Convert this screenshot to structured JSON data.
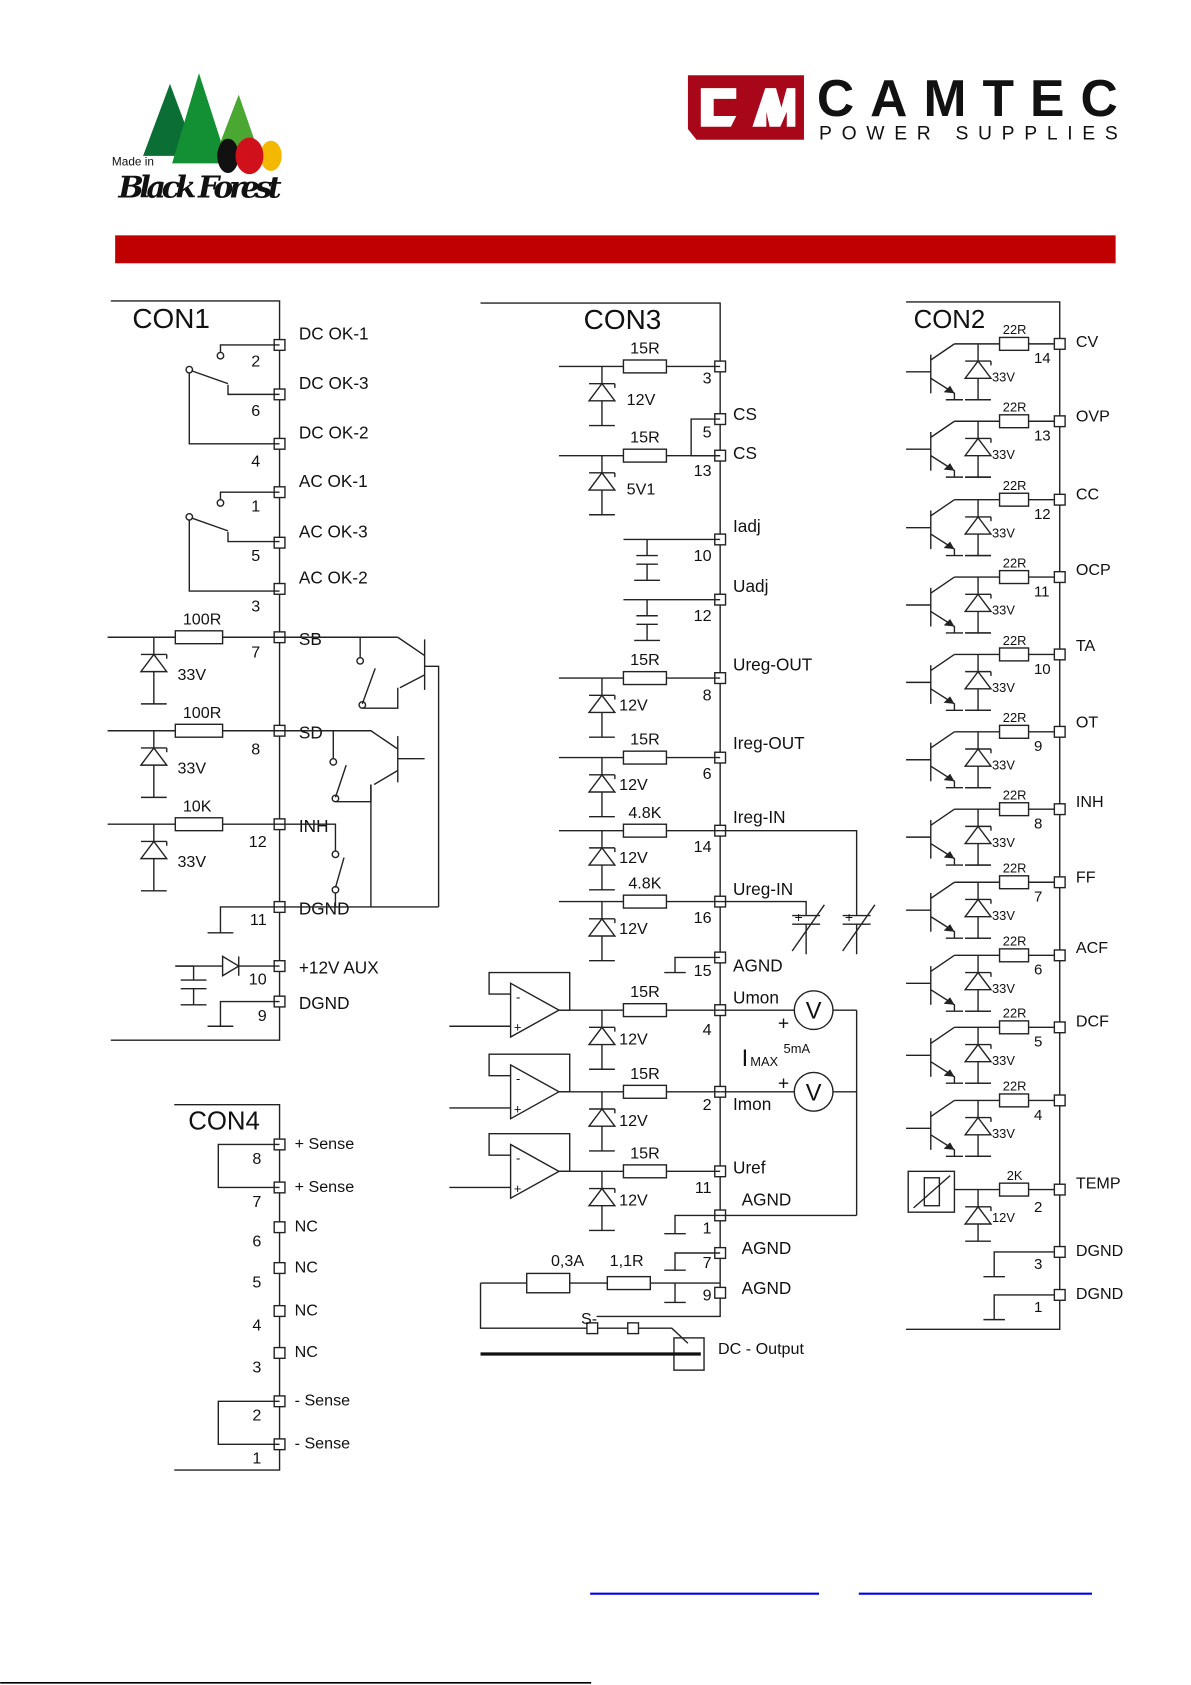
{
  "header": {
    "left_logo": {
      "made_in": "Made in",
      "name": "Black Forest"
    },
    "right_logo": {
      "mark": "CM",
      "brand": "CAMTEC",
      "subtitle": "POWER SUPPLIES"
    }
  },
  "colors": {
    "title_bar": "#c00000",
    "brand_red": "#a8071a",
    "brand_dark": "#231f20",
    "link": "#0000ee",
    "tree_dark": "#0a7a3a",
    "tree_light": "#4aa832"
  },
  "con1": {
    "title": "CON1",
    "pins": [
      {
        "num": "2",
        "label": "DC OK-1"
      },
      {
        "num": "6",
        "label": "DC OK-3"
      },
      {
        "num": "4",
        "label": "DC OK-2"
      },
      {
        "num": "1",
        "label": "AC OK-1"
      },
      {
        "num": "5",
        "label": "AC OK-3"
      },
      {
        "num": "3",
        "label": "AC OK-2"
      },
      {
        "num": "7",
        "label": "SB"
      },
      {
        "num": "8",
        "label": "SD"
      },
      {
        "num": "12",
        "label": "INH"
      },
      {
        "num": "11",
        "label": "DGND"
      },
      {
        "num": "10",
        "label": "+12V AUX"
      },
      {
        "num": "9",
        "label": "DGND"
      }
    ],
    "inputs": [
      {
        "resistor": "100R",
        "zener": "33V"
      },
      {
        "resistor": "100R",
        "zener": "33V"
      },
      {
        "resistor": "10K",
        "zener": "33V"
      }
    ]
  },
  "con3": {
    "title": "CON3",
    "pins": [
      {
        "num": "3",
        "label": "",
        "resistor": "15R",
        "zener": "12V"
      },
      {
        "num": "5",
        "label": "CS"
      },
      {
        "num": "13",
        "label": "CS",
        "resistor": "15R",
        "zener": "5V1"
      },
      {
        "num": "10",
        "label": "Iadj"
      },
      {
        "num": "12",
        "label": "Uadj"
      },
      {
        "num": "8",
        "label": "Ureg-OUT",
        "resistor": "15R",
        "zener": "12V"
      },
      {
        "num": "6",
        "label": "Ireg-OUT",
        "resistor": "15R",
        "zener": "12V"
      },
      {
        "num": "14",
        "label": "Ireg-IN",
        "resistor": "4.8K",
        "zener": "12V"
      },
      {
        "num": "16",
        "label": "Ureg-IN",
        "resistor": "4.8K",
        "zener": "12V"
      },
      {
        "num": "15",
        "label": "AGND"
      },
      {
        "num": "4",
        "label": "Umon",
        "resistor": "15R",
        "zener": "12V"
      },
      {
        "num": "2",
        "label": "Imon",
        "resistor": "15R",
        "zener": "12V"
      },
      {
        "num": "11",
        "label": "Uref",
        "resistor": "15R",
        "zener": "12V"
      },
      {
        "num": "1",
        "label": "AGND"
      },
      {
        "num": "7",
        "label": "AGND"
      },
      {
        "num": "9",
        "label": "AGND"
      }
    ],
    "meter_symbol": "V",
    "plus": "+",
    "opamp_minus": "-",
    "imax_label": "I",
    "imax_sub": "MAX",
    "imax_value": "5mA",
    "fuse": "0,3A",
    "fuse_resistor": "1,1R",
    "sense_label": "S-",
    "dc_output": "DC - Output"
  },
  "con2": {
    "title": "CON2",
    "pins": [
      {
        "num": "14",
        "label": "CV"
      },
      {
        "num": "13",
        "label": "OVP"
      },
      {
        "num": "12",
        "label": "CC"
      },
      {
        "num": "11",
        "label": "OCP"
      },
      {
        "num": "10",
        "label": "TA"
      },
      {
        "num": "9",
        "label": "OT"
      },
      {
        "num": "8",
        "label": "INH"
      },
      {
        "num": "7",
        "label": "FF"
      },
      {
        "num": "6",
        "label": "ACF"
      },
      {
        "num": "5",
        "label": "DCF"
      },
      {
        "num": "4",
        "label": ""
      }
    ],
    "output_resistor": "22R",
    "output_zener": "33V",
    "temp": {
      "num": "2",
      "label": "TEMP",
      "resistor": "2K",
      "zener": "12V"
    },
    "gnd_pins": [
      {
        "num": "3",
        "label": "DGND"
      },
      {
        "num": "1",
        "label": "DGND"
      }
    ]
  },
  "con4": {
    "title": "CON4",
    "pins": [
      {
        "num": "8",
        "label": "+ Sense"
      },
      {
        "num": "7",
        "label": "+ Sense"
      },
      {
        "num": "6",
        "label": "NC"
      },
      {
        "num": "5",
        "label": "NC"
      },
      {
        "num": "4",
        "label": "NC"
      },
      {
        "num": "3",
        "label": "NC"
      },
      {
        "num": "2",
        "label": "- Sense"
      },
      {
        "num": "1",
        "label": "- Sense"
      }
    ]
  }
}
